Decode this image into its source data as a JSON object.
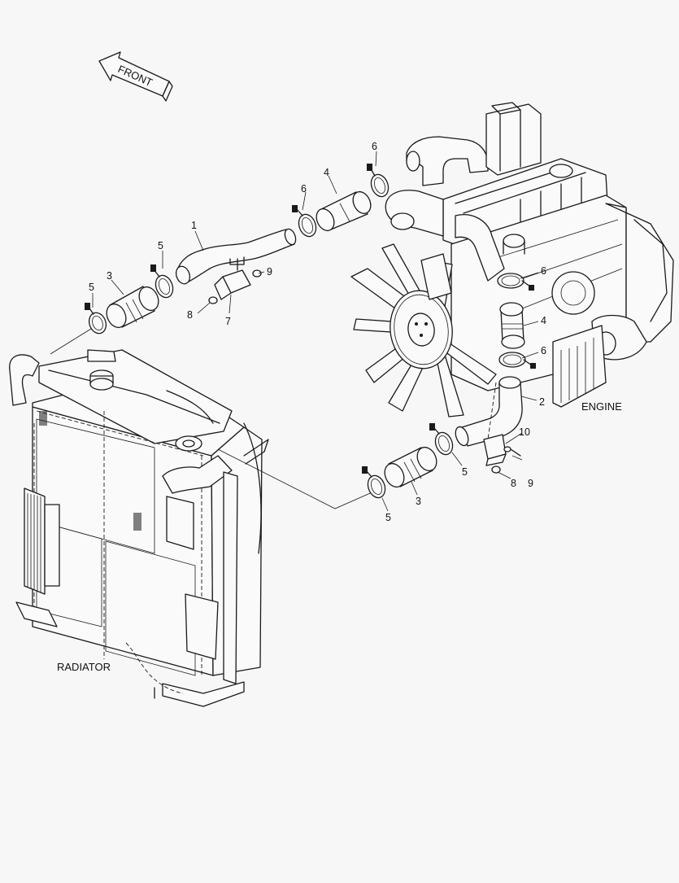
{
  "labels": {
    "front": "FRONT",
    "engine": "ENGINE",
    "radiator": "RADIATOR"
  },
  "callouts": {
    "c1": "1",
    "c2": "2",
    "c3a": "3",
    "c3b": "3",
    "c4a": "4",
    "c4b": "4",
    "c5a": "5",
    "c5b": "5",
    "c5c": "5",
    "c5d": "5",
    "c6a": "6",
    "c6b": "6",
    "c6c": "6",
    "c6d": "6",
    "c7": "7",
    "c8a": "8",
    "c8b": "8",
    "c9a": "9",
    "c9b": "9",
    "c10": "10"
  }
}
